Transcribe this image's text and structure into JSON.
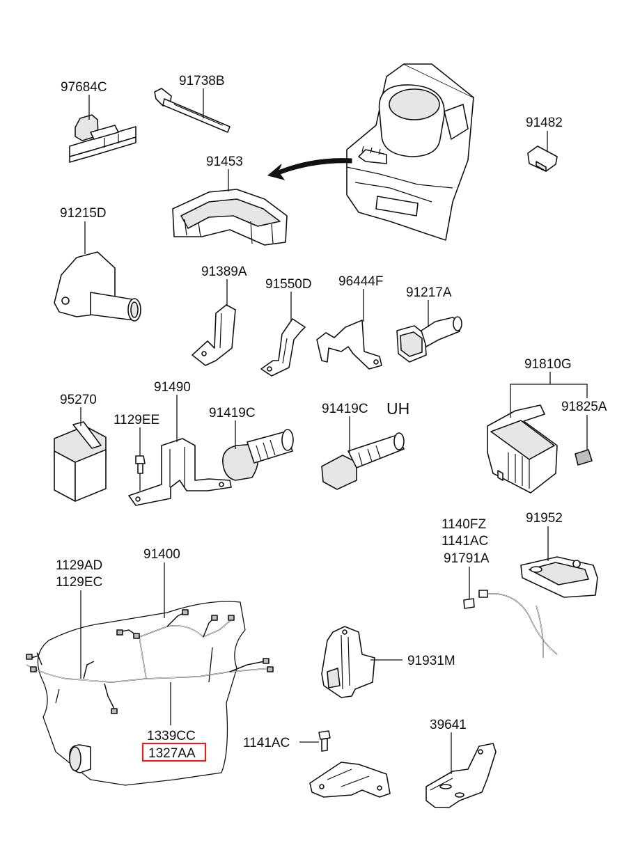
{
  "labels": {
    "p97684c": "97684C",
    "p91738b": "91738B",
    "p91482": "91482",
    "p91453": "91453",
    "p91215d": "91215D",
    "p91389a": "91389A",
    "p91550d": "91550D",
    "p96444f": "96444F",
    "p91217a": "91217A",
    "p91810g": "91810G",
    "p91825a": "91825A",
    "p95270": "95270",
    "p1129ee": "1129EE",
    "p91490": "91490",
    "p91419c_a": "91419C",
    "p91419c_b": "91419C",
    "uh": "UH",
    "p1140fz": "1140FZ",
    "p1141ac_a": "1141AC",
    "p91791a": "91791A",
    "p91952": "91952",
    "p1129ad": "1129AD",
    "p1129ec": "1129EC",
    "p91400": "91400",
    "p91931m": "91931M",
    "p1339cc": "1339CC",
    "p1327aa": "1327AA",
    "p1141ac_b": "1141AC",
    "p39641": "39641"
  },
  "colors": {
    "highlight": "#d62222"
  }
}
